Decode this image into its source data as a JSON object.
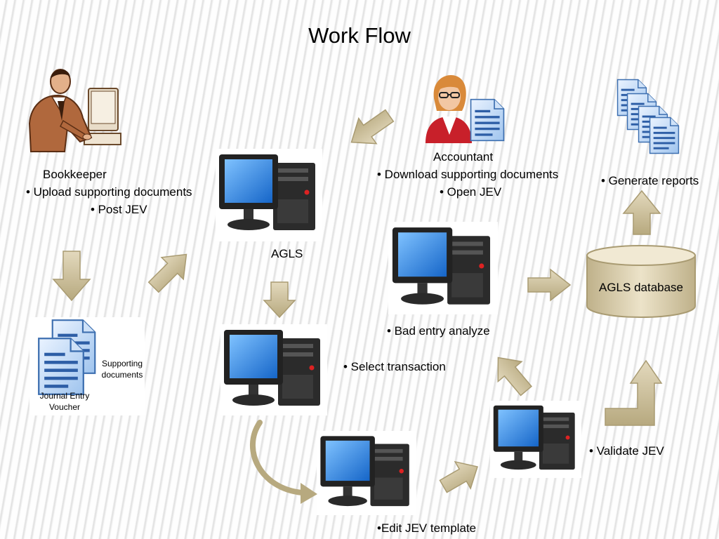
{
  "title": "Work Flow",
  "bookkeeper": {
    "name": "Bookkeeper",
    "tasks": [
      "• Upload supporting documents",
      "• Post JEV"
    ]
  },
  "accountant": {
    "name": "Accountant",
    "tasks": [
      "• Download supporting documents",
      "• Open JEV"
    ]
  },
  "documents": {
    "jev_label_1": "Journal Entry",
    "jev_label_2": "Voucher",
    "supporting_label_1": "Supporting",
    "supporting_label_2": "documents"
  },
  "agls_label": "AGLS",
  "steps": {
    "select_transaction": "• Select transaction",
    "edit_template": "•Edit JEV template",
    "validate": "• Validate JEV",
    "bad_entry": "• Bad entry analyze",
    "generate_reports": "• Generate reports"
  },
  "database_label": "AGLS database",
  "colors": {
    "arrow_fill": "#cbbf9c",
    "arrow_stroke": "#a99b72",
    "screen": "#2a7fd8",
    "database": "#d8cba8"
  }
}
